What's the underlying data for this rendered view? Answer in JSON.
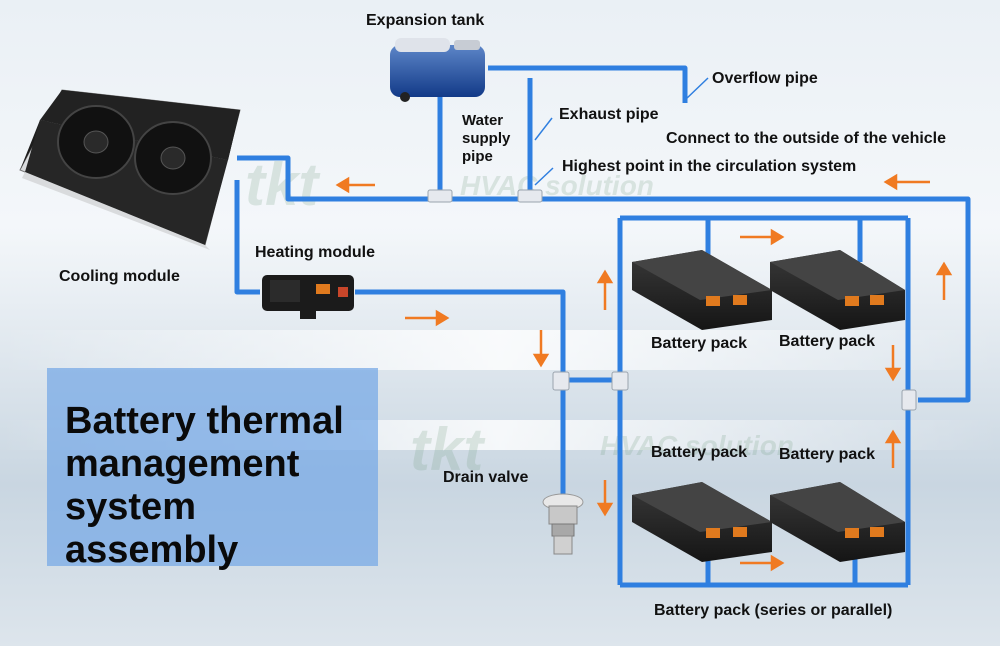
{
  "labels": {
    "expansion_tank": "Expansion tank",
    "overflow_pipe": "Overflow pipe",
    "water_supply_pipe": "Water supply pipe",
    "exhaust_pipe": "Exhaust pipe",
    "connect_outside": "Connect to the outside of the vehicle",
    "highest_point": "Highest point in the circulation system",
    "heating_module": "Heating module",
    "cooling_module": "Cooling module",
    "battery_pack": "Battery pack",
    "drain_valve": "Drain valve",
    "battery_pack_series": "Battery pack (series or parallel)"
  },
  "water_supply_lines": [
    "Water",
    "supply",
    "pipe"
  ],
  "title_lines": [
    "Battery thermal",
    "management",
    "system assembly"
  ],
  "watermark": {
    "brand": "tkt",
    "tagline": "HVAC solution"
  },
  "colors": {
    "pipe": "#2f7fe0",
    "pipe_edge": "#1a5fc0",
    "arrow": "#f07a22",
    "title_box": "#7aaae6"
  }
}
